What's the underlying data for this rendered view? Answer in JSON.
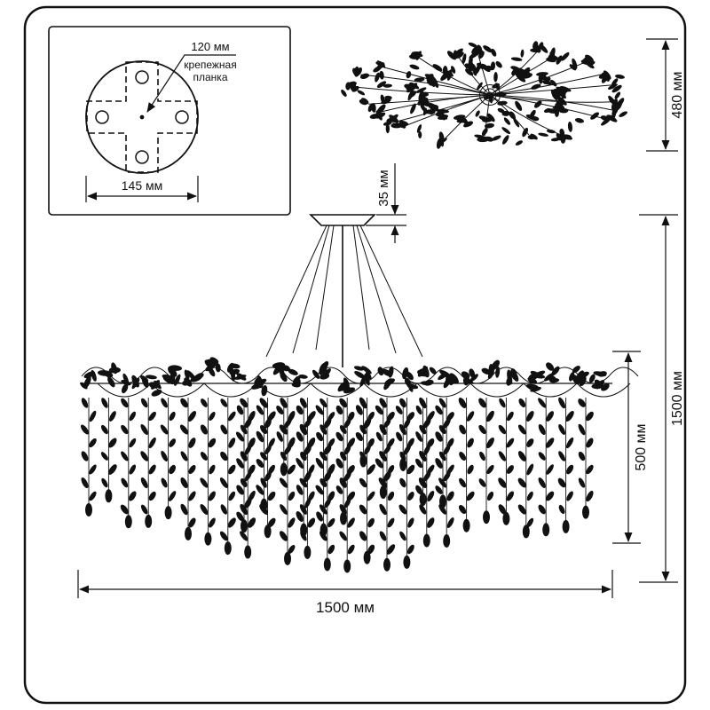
{
  "colors": {
    "ink": "#111111",
    "background": "#ffffff"
  },
  "mount_detail": {
    "hole_spacing": "120 мм",
    "plate_label_line1": "крепежная",
    "plate_label_line2": "планка",
    "plate_width": "145 мм"
  },
  "top_view": {
    "depth": "480 мм"
  },
  "side_view": {
    "canopy_height": "35 мм",
    "overall_height": "1500 мм",
    "body_height": "500 мм",
    "overall_width": "1500 мм"
  }
}
